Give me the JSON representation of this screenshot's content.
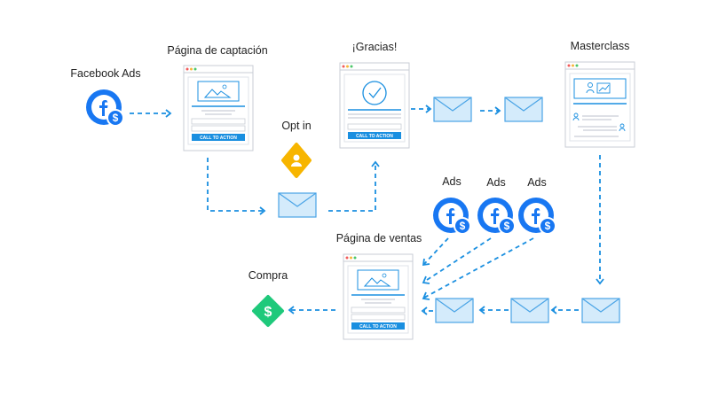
{
  "labels": {
    "facebook_ads": "Facebook Ads",
    "capture_page": "Página de captación",
    "thanks": "¡Gracias!",
    "masterclass": "Masterclass",
    "opt_in": "Opt in",
    "ads_1": "Ads",
    "ads_2": "Ads",
    "ads_3": "Ads",
    "sales_page": "Página de ventas",
    "purchase": "Compra"
  },
  "cta": {
    "capture": "CALL TO ACTION",
    "thanks": "CALL TO ACTION",
    "sales": "CALL TO ACTION"
  },
  "colors": {
    "accent": "#1a8fe0",
    "facebook": "#1877f2",
    "opt_in": "#f7b500",
    "purchase": "#1fc97b",
    "envelope_fill": "#d4ebfb"
  },
  "icons": {
    "facebook": "facebook-dollar-icon",
    "envelope": "envelope-icon",
    "opt_in": "user-diamond-icon",
    "purchase": "dollar-diamond-icon"
  }
}
